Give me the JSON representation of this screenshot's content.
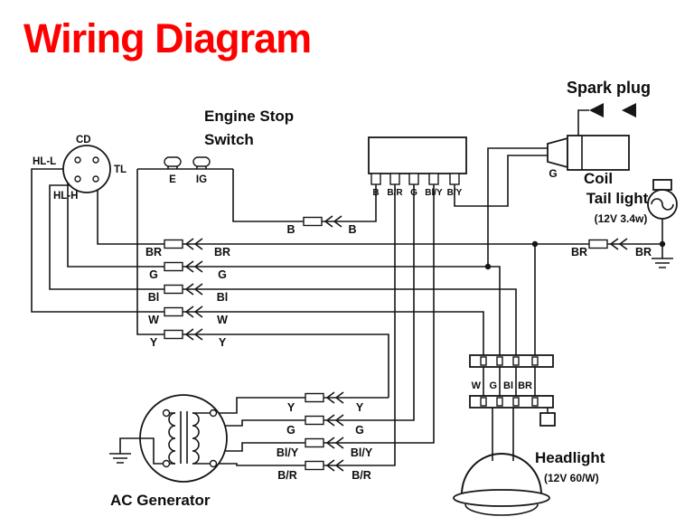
{
  "title": "Wiring Diagram",
  "colors": {
    "title_red": "#ff0000"
  },
  "labels": {
    "spark_plug": "Spark plug",
    "engine_stop_line1": "Engine Stop",
    "engine_stop_line2": "Switch",
    "switch_terminal_e": "E",
    "switch_terminal_ig": "IG",
    "coil": "Coil",
    "coil_terminal": "G",
    "tail_light": "Tail light",
    "tail_light_spec": "(12V 3.4w)",
    "headlight": "Headlight",
    "headlight_spec": "(12V 60/W)",
    "ac_generator": "AC Generator",
    "connector_cd": "CD",
    "connector_tl": "TL",
    "connector_hl_l": "HL-L",
    "connector_hl_h": "HL-H"
  },
  "wires": {
    "b": "B",
    "br": "BR",
    "g": "G",
    "bl": "Bl",
    "w": "W",
    "y": "Y",
    "b_r": "B/R",
    "bl_y": "Bl/Y",
    "b_y": "B/Y"
  }
}
